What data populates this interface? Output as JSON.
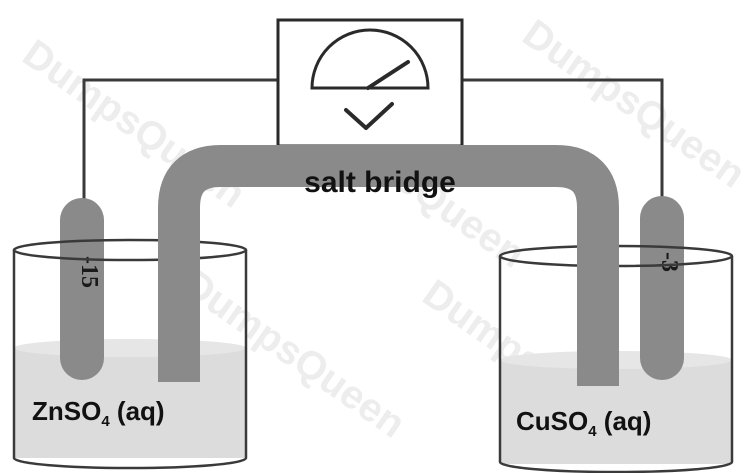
{
  "diagram": {
    "bridge_label": "salt bridge",
    "left_cell": {
      "solution_main": "ZnSO",
      "solution_sub": "4",
      "solution_suffix": " (aq)",
      "electrode_label": "-15"
    },
    "right_cell": {
      "solution_main": "CuSO",
      "solution_sub": "4",
      "solution_suffix": " (aq)",
      "electrode_label": "-3"
    },
    "watermark": "DumpsQueen"
  },
  "colors": {
    "electrode": "#8a8a8a",
    "bridge": "#8a8a8a",
    "solution": "#dcdcdc",
    "outline": "#3a3a3a",
    "wire": "#3a3a3a"
  },
  "icons": {
    "meter": "voltmeter-icon"
  }
}
